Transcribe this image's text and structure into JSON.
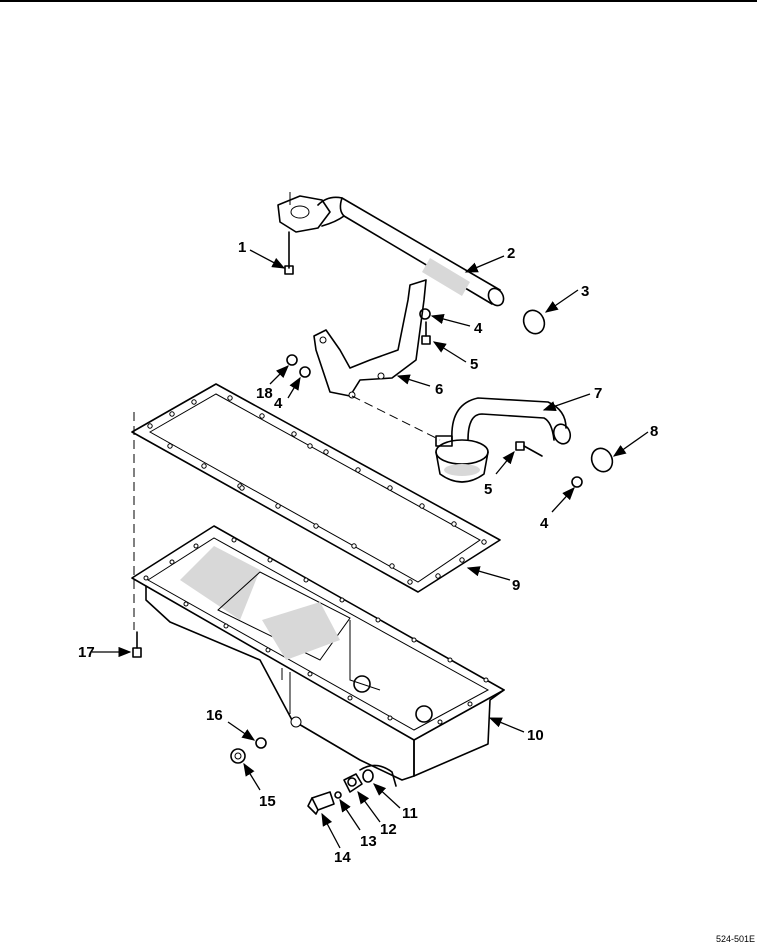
{
  "figure": {
    "code": "524-501E",
    "callouts": [
      {
        "id": 1,
        "label": "1"
      },
      {
        "id": 2,
        "label": "2"
      },
      {
        "id": 3,
        "label": "3"
      },
      {
        "id": 4,
        "label": "4"
      },
      {
        "id": 5,
        "label": "5"
      },
      {
        "id": 6,
        "label": "6"
      },
      {
        "id": 7,
        "label": "7"
      },
      {
        "id": 8,
        "label": "8"
      },
      {
        "id": 9,
        "label": "9"
      },
      {
        "id": 10,
        "label": "10"
      },
      {
        "id": 11,
        "label": "11"
      },
      {
        "id": 12,
        "label": "12"
      },
      {
        "id": 13,
        "label": "13"
      },
      {
        "id": 14,
        "label": "14"
      },
      {
        "id": 15,
        "label": "15"
      },
      {
        "id": 16,
        "label": "16"
      },
      {
        "id": 17,
        "label": "17"
      },
      {
        "id": 18,
        "label": "18"
      },
      {
        "id": "4b",
        "label": "4"
      },
      {
        "id": "5b",
        "label": "5"
      },
      {
        "id": "4c",
        "label": "4"
      }
    ]
  }
}
